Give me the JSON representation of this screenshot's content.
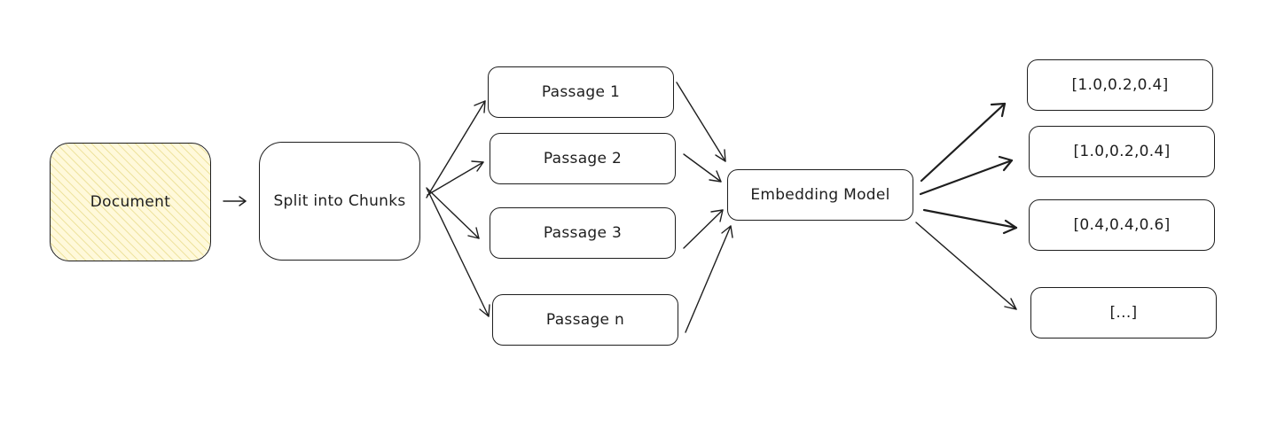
{
  "diagram": {
    "colors": {
      "stroke": "#1e1e1e",
      "document_fill": "#fff9db",
      "document_hatch": "#e9dc8a",
      "node_fill": "#ffffff"
    },
    "nodes": {
      "document": {
        "label": "Document"
      },
      "split": {
        "label": "Split into Chunks"
      },
      "passages": [
        {
          "label": "Passage 1"
        },
        {
          "label": "Passage 2"
        },
        {
          "label": "Passage 3"
        },
        {
          "label": "Passage n"
        }
      ],
      "embedding_model": {
        "label": "Embedding Model"
      },
      "vectors": [
        {
          "label": "[1.0,0.2,0.4]"
        },
        {
          "label": "[1.0,0.2,0.4]"
        },
        {
          "label": "[0.4,0.4,0.6]"
        },
        {
          "label": "[...]"
        }
      ]
    },
    "edges": [
      {
        "from": "document",
        "to": "split"
      },
      {
        "from": "split",
        "to": "passage-1"
      },
      {
        "from": "split",
        "to": "passage-2"
      },
      {
        "from": "split",
        "to": "passage-3"
      },
      {
        "from": "split",
        "to": "passage-n"
      },
      {
        "from": "passage-1",
        "to": "embedding-model"
      },
      {
        "from": "passage-2",
        "to": "embedding-model"
      },
      {
        "from": "passage-3",
        "to": "embedding-model"
      },
      {
        "from": "passage-n",
        "to": "embedding-model"
      },
      {
        "from": "embedding-model",
        "to": "vector-1"
      },
      {
        "from": "embedding-model",
        "to": "vector-2"
      },
      {
        "from": "embedding-model",
        "to": "vector-3"
      },
      {
        "from": "embedding-model",
        "to": "vector-n"
      }
    ]
  }
}
